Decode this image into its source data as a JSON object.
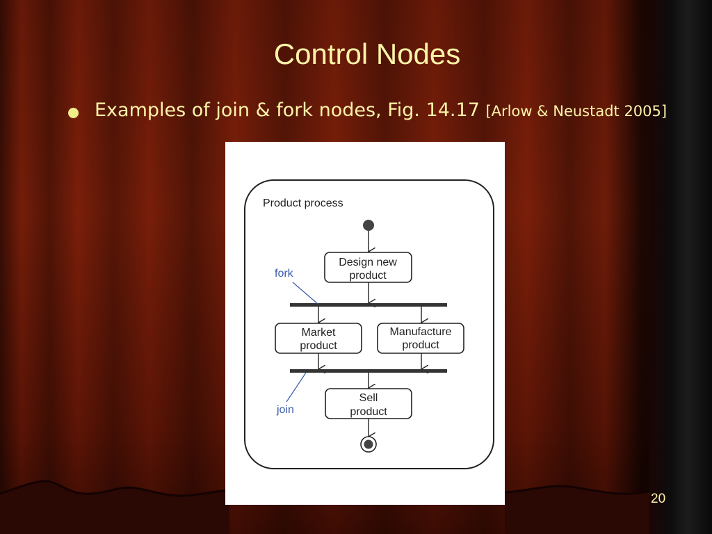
{
  "slide": {
    "title": "Control Nodes",
    "bullet": {
      "text": "Examples of join & fork nodes, Fig. 14.17 ",
      "citation": "[Arlow & Neustadt 2005]"
    },
    "page_number": "20"
  },
  "diagram": {
    "frame_label": "Product process",
    "actions": {
      "design": [
        "Design new",
        "product"
      ],
      "market": [
        "Market",
        "product"
      ],
      "manufacture": [
        "Manufacture",
        "product"
      ],
      "sell": [
        "Sell",
        "product"
      ]
    },
    "annotations": {
      "fork": "fork",
      "join": "join"
    }
  },
  "colors": {
    "title_text": "#fdf3a8",
    "annotation": "#3a5aa8"
  }
}
